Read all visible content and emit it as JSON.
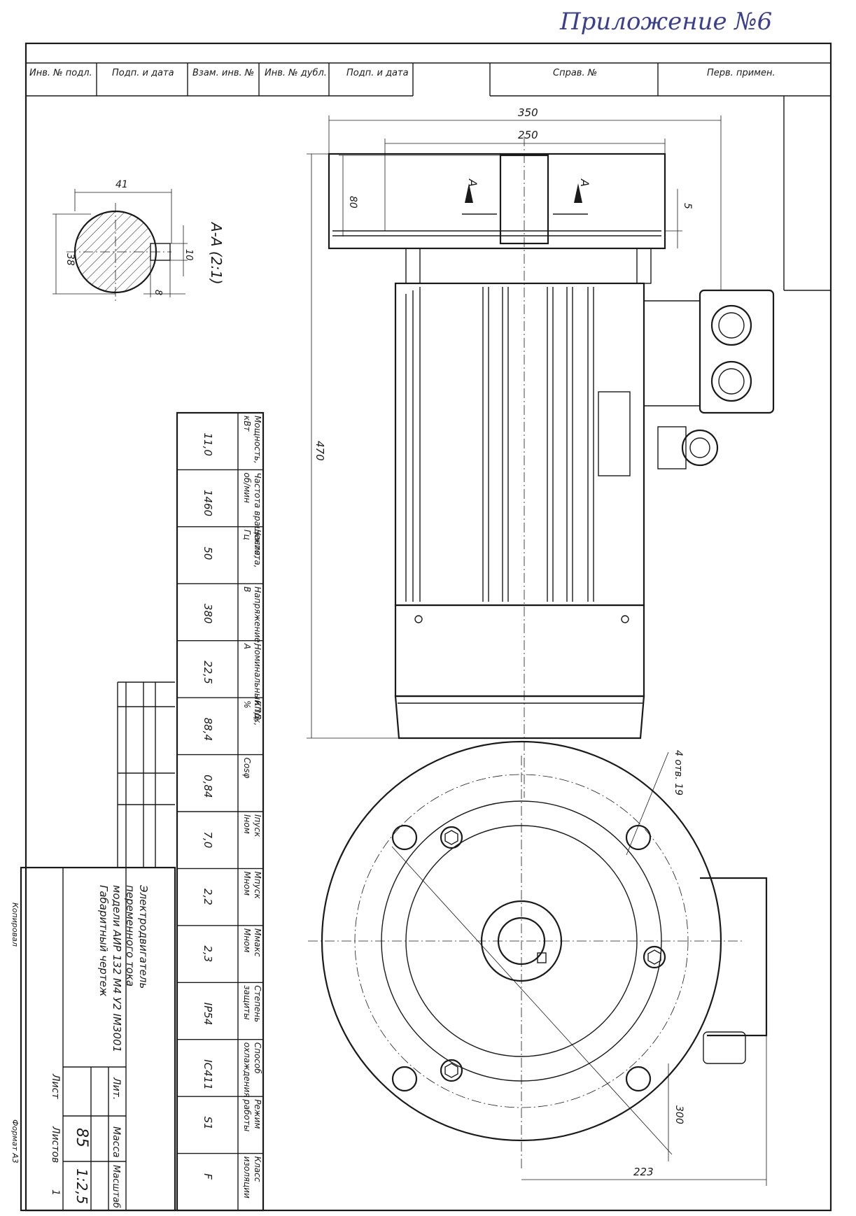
{
  "annotation": "Приложение №6",
  "top_strip": {
    "cells": [
      "Инв. № подл.",
      "Подп. и дата",
      "Взам. инв. №",
      "Инв. № дубл.",
      "Подп. и дата"
    ],
    "ref_cells": [
      "Справ. №",
      "Перв. примен."
    ]
  },
  "section": {
    "title": "А-А (2:1)",
    "dims": {
      "width": "41",
      "height": "38",
      "key_h": "10",
      "key_w": "8"
    }
  },
  "side_view": {
    "dims": {
      "d350": "350",
      "d250": "250",
      "d80": "80",
      "d5": "5",
      "d470": "470"
    },
    "arrow_label": "А"
  },
  "front_view": {
    "dims": {
      "holes": "4 отв. 19",
      "d300": "300",
      "d223": "223"
    }
  },
  "spec_table": {
    "headers": [
      [
        "Мощность,",
        "кВт"
      ],
      [
        "Частота вращения,",
        "об/мин"
      ],
      [
        "Частота,",
        "Гц"
      ],
      [
        "Напряжение,",
        "В"
      ],
      [
        "Номинальный ток,",
        "А"
      ],
      [
        "КПД,",
        "%"
      ],
      [
        "",
        "Cosφ"
      ],
      [
        "Iпуск",
        "Iном"
      ],
      [
        "Мпуск",
        "Мном"
      ],
      [
        "Ммакс",
        "Мном"
      ],
      [
        "Степень",
        "защиты"
      ],
      [
        "Способ",
        "охлаждения"
      ],
      [
        "Режим",
        "работы"
      ],
      [
        "Класс",
        "изоляции"
      ]
    ],
    "values": [
      "11,0",
      "1460",
      "50",
      "380",
      "22,5",
      "88,4",
      "0,84",
      "7,0",
      "2,2",
      "2,3",
      "IP54",
      "IC411",
      "S1",
      "F"
    ]
  },
  "title_block": {
    "name_lines": [
      "Электродвигатель",
      "переменного тока",
      "модели АИР 132 М4 У2 IM3001",
      "Габаритный чертеж"
    ],
    "lit_label": "Лит.",
    "mass_label": "Масса",
    "scale_label": "Масштаб",
    "mass": "85",
    "scale": "1:2,5",
    "sheet_label": "Лист",
    "sheets_label": "Листов",
    "sheets": "1",
    "footer_left": "Копировал",
    "footer_right": "Формат А3"
  }
}
